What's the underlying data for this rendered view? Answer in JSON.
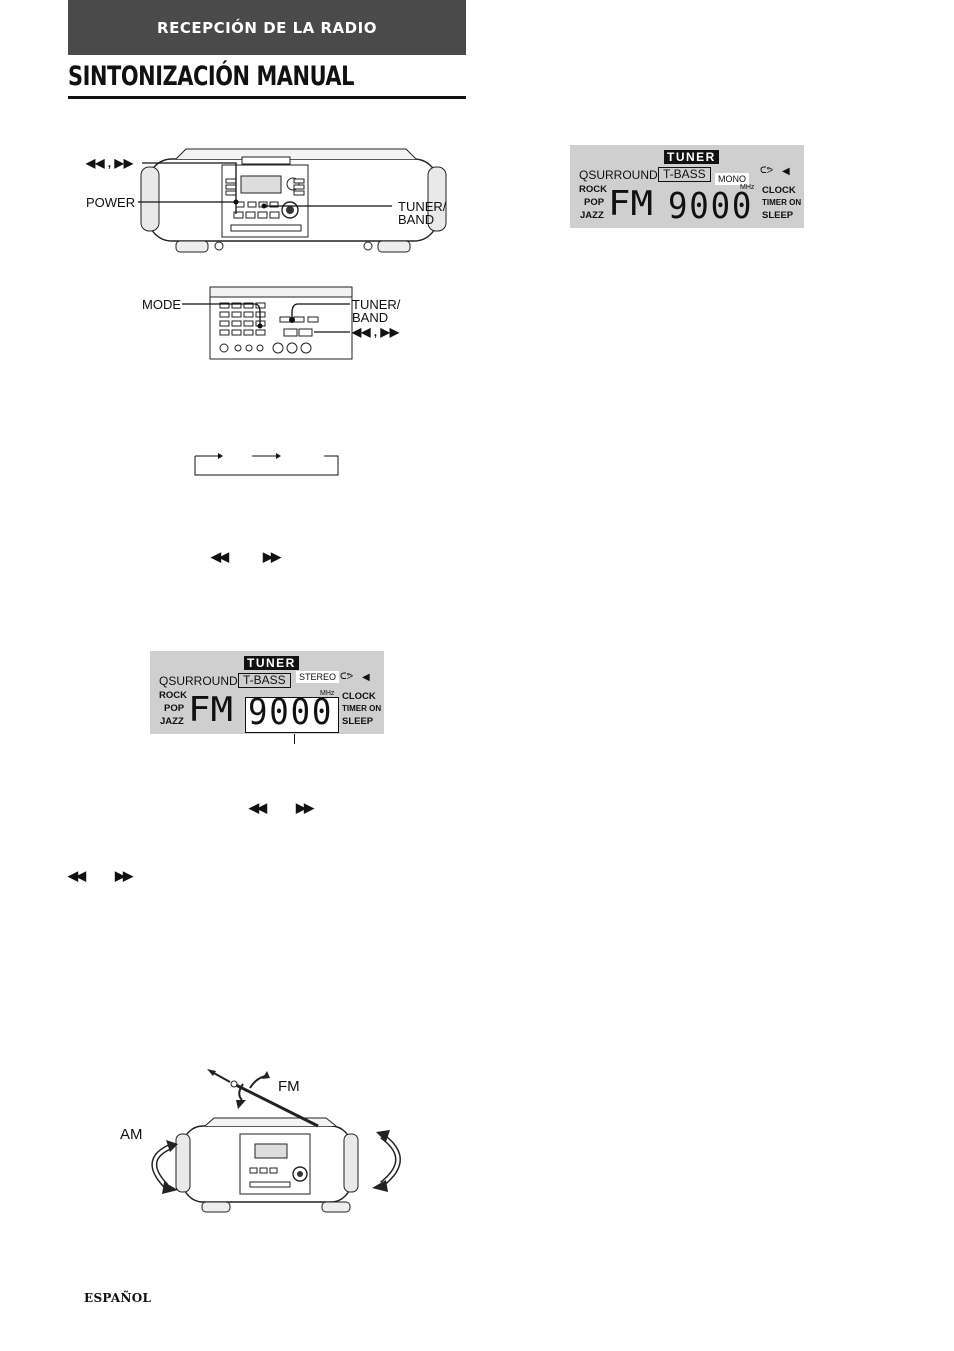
{
  "header": {
    "section": "RECEPCIÓN DE LA RADIO"
  },
  "page_title": "SINTONIZACIÓN MANUAL",
  "figure_top": {
    "label_skip": "◀◀ , ▶▶",
    "label_power": "POWER",
    "label_tuner_band": "TUNER/\nBAND"
  },
  "figure_remote": {
    "label_mode": "MODE",
    "label_tuner_band": "TUNER/\nBAND",
    "label_skip": "◀◀ , ▶▶"
  },
  "inline_skip_1": {
    "rew": "◀◀",
    "ff": "▶▶"
  },
  "lcd_stereo": {
    "tuner": "TUNER",
    "qsurround": "QSURROUND",
    "tbass": "T-BASS",
    "status": "STEREO",
    "rock": "ROCK",
    "pop": "POP",
    "jazz": "JAZZ",
    "band": "FM",
    "freq": "9000",
    "mhz": "MHz",
    "clock": "CLOCK",
    "timer": "TIMER ON",
    "sleep": "SLEEP"
  },
  "inline_skip_2": {
    "rew": "◀◀",
    "ff": "▶▶"
  },
  "inline_skip_3": {
    "rew": "◀◀",
    "ff": "▶▶"
  },
  "antenna_figure": {
    "fm": "FM",
    "am": "AM"
  },
  "lcd_mono": {
    "tuner": "TUNER",
    "qsurround": "QSURROUND",
    "tbass": "T-BASS",
    "status": "MONO",
    "rock": "ROCK",
    "pop": "POP",
    "jazz": "JAZZ",
    "band": "FM",
    "freq": "9000",
    "mhz": "MHz",
    "clock": "CLOCK",
    "timer": "TIMER ON",
    "sleep": "SLEEP"
  },
  "footer": {
    "language": "ESPAÑOL"
  }
}
